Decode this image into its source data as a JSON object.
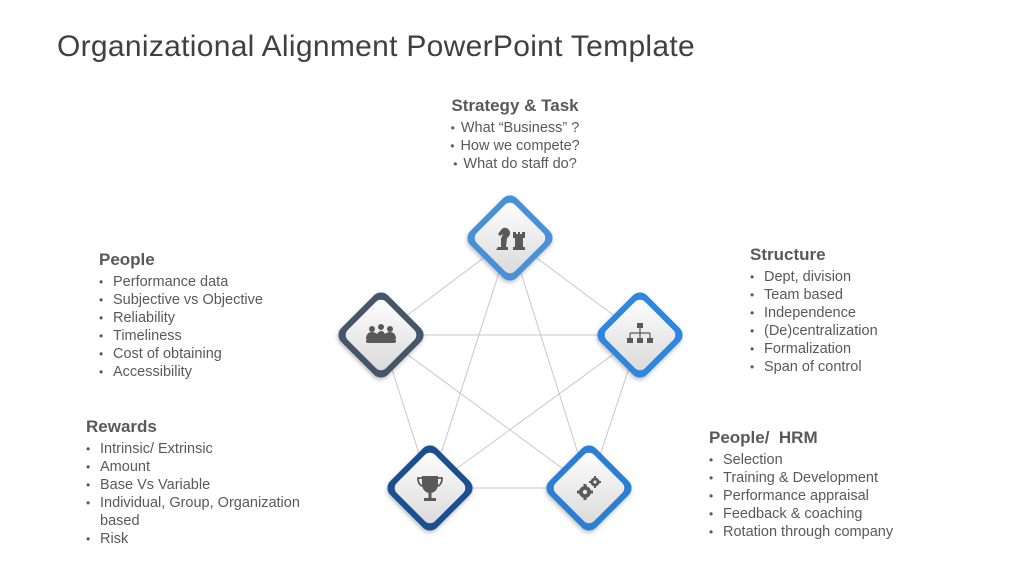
{
  "title": "Organizational Alignment PowerPoint Template",
  "colors": {
    "strategy": "#4a90d9",
    "structure": "#2e86de",
    "hrm": "#2a7fd4",
    "rewards": "#1f4f8f",
    "people": "#44546a",
    "lines": "#c8c8c8",
    "text": "#595959"
  },
  "nodes": {
    "strategy": {
      "heading": "Strategy & Task",
      "icon": "chess-pieces-icon",
      "items": [
        "What “Business” ?",
        "How we compete?",
        "What do staff do?"
      ]
    },
    "structure": {
      "heading": "Structure",
      "icon": "org-chart-icon",
      "items": [
        "Dept, division",
        "Team based",
        "Independence",
        "(De)centralization",
        "Formalization",
        "Span of control"
      ]
    },
    "hrm": {
      "heading": "People/  HRM",
      "icon": "gears-icon",
      "items": [
        "Selection",
        "Training & Development",
        "Performance appraisal",
        "Feedback & coaching",
        "Rotation through company"
      ]
    },
    "rewards": {
      "heading": "Rewards",
      "icon": "trophy-icon",
      "items": [
        "Intrinsic/ Extrinsic",
        "Amount",
        "Base Vs Variable",
        "Individual, Group, Organization",
        "based",
        "Risk"
      ]
    },
    "people": {
      "heading": "People",
      "icon": "meeting-group-icon",
      "items": [
        "Performance data",
        "Subjective vs Objective",
        "Reliability",
        "Timeliness",
        "Cost of obtaining",
        "Accessibility"
      ]
    }
  }
}
